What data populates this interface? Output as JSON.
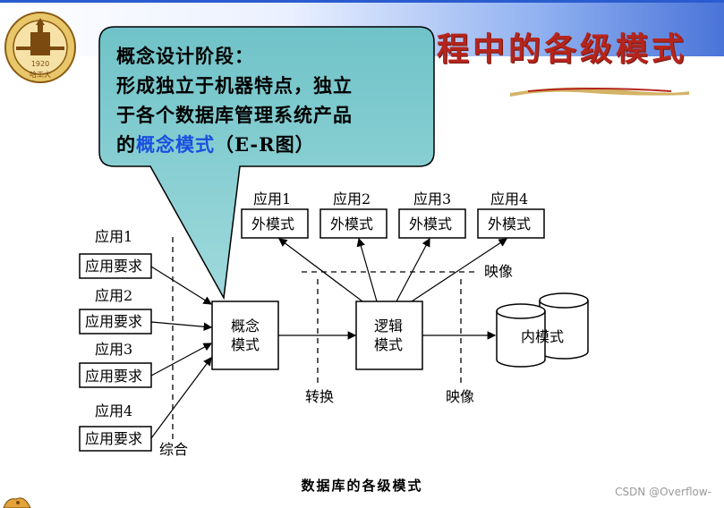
{
  "slide": {
    "title_visible": "程中的各级模式",
    "caption": "数据库的各级模式",
    "watermark": "CSDN @Overflow-"
  },
  "logo": {
    "year": "1920",
    "name": "哈工大"
  },
  "callout": {
    "line1": "概念设计阶段：",
    "line2": "形成独立于机器特点，独立",
    "line3": "于各个数据库管理系统产品",
    "line4_prefix": "的",
    "line4_highlight": "概念模式",
    "line4_suffix": "（E-R图）",
    "highlight_color": "#1a4fe0"
  },
  "diagram": {
    "requirements": [
      {
        "app": "应用1",
        "box": "应用要求"
      },
      {
        "app": "应用2",
        "box": "应用要求"
      },
      {
        "app": "应用3",
        "box": "应用要求"
      },
      {
        "app": "应用4",
        "box": "应用要求"
      }
    ],
    "external_schemas": [
      {
        "app": "应用1",
        "box": "外模式"
      },
      {
        "app": "应用2",
        "box": "外模式"
      },
      {
        "app": "应用3",
        "box": "外模式"
      },
      {
        "app": "应用4",
        "box": "外模式"
      }
    ],
    "conceptual_schema_line1": "概念",
    "conceptual_schema_line2": "模式",
    "logical_schema_line1": "逻辑",
    "logical_schema_line2": "模式",
    "internal_schema": "内模式",
    "label_integrate": "综合",
    "label_transform": "转换",
    "label_mapping_bottom": "映像",
    "label_mapping_top": "映像"
  }
}
